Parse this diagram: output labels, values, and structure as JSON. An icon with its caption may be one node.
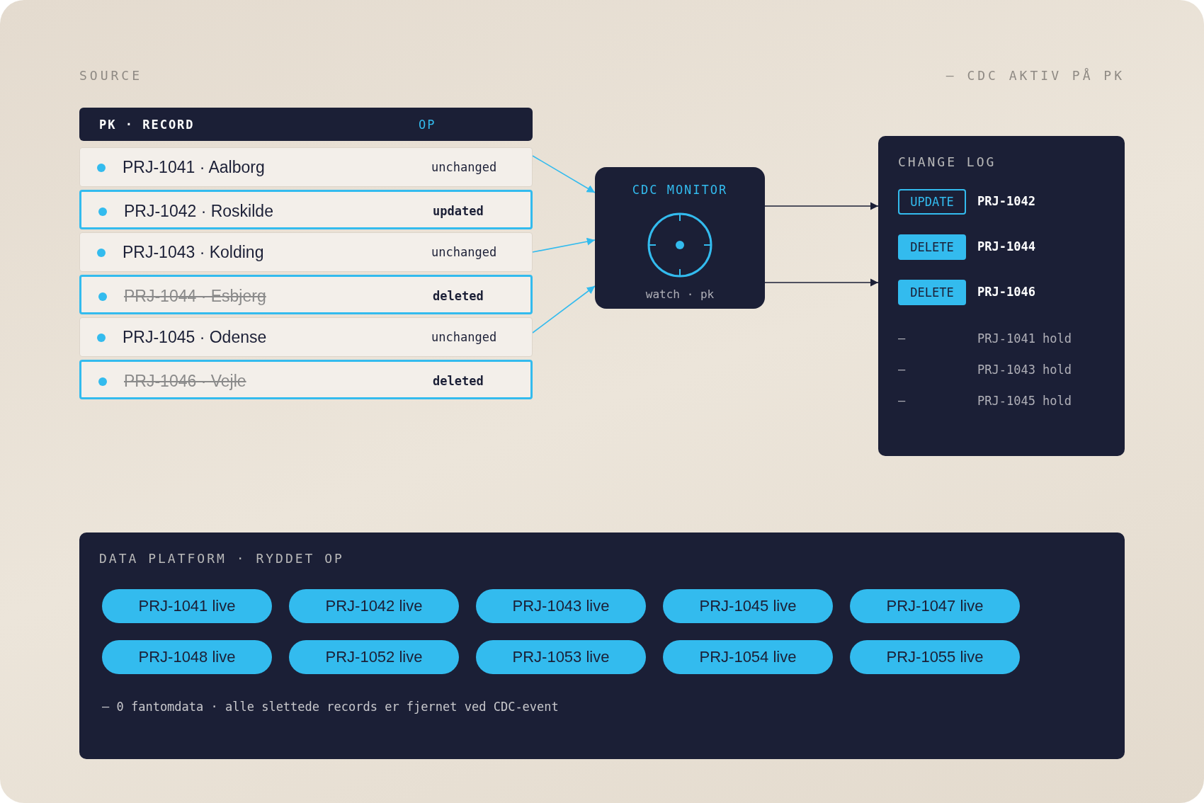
{
  "diagram": {
    "nodes": [
      {
        "text": [
          "PK · RECORD",
          "OP"
        ]
      },
      {
        "text": [
          "PRJ-1041 · Aalborg",
          "unchanged"
        ]
      },
      {
        "text": [
          "PRJ-1042 · Roskilde",
          "updated"
        ]
      },
      {
        "text": [
          "PRJ-1043 · Kolding",
          "unchanged"
        ]
      },
      {
        "text": [
          "PRJ-1044 · Esbjerg",
          "deleted"
        ]
      },
      {
        "text": [
          "PRJ-1045 · Odense",
          "unchanged"
        ]
      },
      {
        "text": [
          "PRJ-1046 · Vejle",
          "deleted"
        ]
      },
      {
        "text": [
          "CDC MONITOR",
          "watch · pk"
        ]
      },
      {
        "text": [
          "CHANGE LOG"
        ]
      },
      {
        "text": [
          "UPDATE"
        ],
        "in": 8,
        "beside": [
          "PRJ-1042"
        ]
      },
      {
        "text": [
          "DELETE"
        ],
        "in": 8,
        "beside": [
          "PRJ-1044"
        ]
      },
      {
        "text": [
          "DELETE"
        ],
        "in": 8,
        "beside": [
          "PRJ-1046"
        ]
      },
      {
        "text": [
          "DATA PLATFORM · RYDDET OP",
          "— 0 fantomdata · alle slettede records er fjernet ved CDC-event"
        ]
      },
      {
        "text": [
          "PRJ-1041 live"
        ],
        "in": 12
      },
      {
        "text": [
          "PRJ-1042 live"
        ],
        "in": 12
      },
      {
        "text": [
          "PRJ-1043 live"
        ],
        "in": 12
      },
      {
        "text": [
          "PRJ-1045 live"
        ],
        "in": 12
      },
      {
        "text": [
          "PRJ-1047 live"
        ],
        "in": 12
      },
      {
        "text": [
          "PRJ-1048 live"
        ],
        "in": 12
      },
      {
        "text": [
          "PRJ-1052 live"
        ],
        "in": 12
      },
      {
        "text": [
          "PRJ-1053 live"
        ],
        "in": 12
      },
      {
        "text": [
          "PRJ-1054 live"
        ],
        "in": 12
      },
      {
        "text": [
          "PRJ-1055 live"
        ],
        "in": 12
      }
    ],
    "edges": [
      {
        "from": 1,
        "to": 7,
        "arrow": "to"
      },
      {
        "from": 3,
        "to": 7,
        "arrow": "to"
      },
      {
        "from": 5,
        "to": 7,
        "arrow": "to"
      },
      {
        "from": 7,
        "to": 8,
        "arrow": "to",
        "color": "#1b1f36"
      },
      {
        "from": 7,
        "to": 8,
        "arrow": "to",
        "color": "#1b1f36"
      }
    ],
    "labels": [
      "SOURCE",
      "— CDC AKTIV PÅ PK",
      "—",
      "PRJ-1041 hold",
      "—",
      "PRJ-1043 hold",
      "—",
      "PRJ-1045 hold"
    ]
  }
}
